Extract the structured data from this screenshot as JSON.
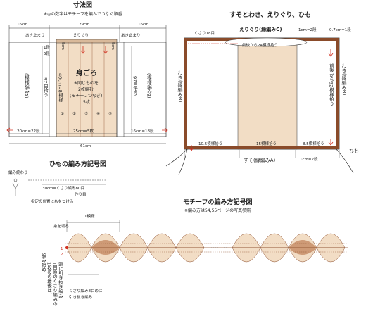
{
  "size_diagram": {
    "title": "寸法図",
    "note": "※◎の数字はモチーフを編んでつなぐ順番",
    "dim_left": "16cm",
    "dim_center": "29cm",
    "dim_right": "16cm",
    "opening_left": "あき止まり",
    "opening_right": "あき止まり",
    "neckline": "えりぐり",
    "rows_1": "1段",
    "rows_5": "5段",
    "five_cm_left": "5cm",
    "five_cm_right": "5cm",
    "left_band": "(模様編みA)",
    "right_band": "(模様編みB)",
    "left_height": "97目拾う",
    "right_height": "97目拾う",
    "center_height": "40cm=8模様",
    "body_title": "身ごろ",
    "body_note1": "※同じものを",
    "body_note2": "2枚編む",
    "body_note3": "(モチーフつなぎ)",
    "body_note4": "5枚",
    "motif_numbers": [
      "①",
      "②",
      "③",
      "④",
      "⑤"
    ],
    "bottom_left": "20cm=22段",
    "bottom_center": "25cm=5枚",
    "bottom_right": "16cm=18段",
    "total_width": "61cm"
  },
  "assembly": {
    "title": "すそとわき、えりぐり、ひも",
    "chain": "くさり18目",
    "neck_label": "えりぐり(縁編みC)",
    "neck_pick": "前後から24模様拾う",
    "one_cm_top": "1cm=2段",
    "right_top": "0.7cm=1段",
    "side_left": "わき(縁編みB)",
    "side_right": "わき(縁編みB)",
    "side_pick": "前後から32模様拾う",
    "bottom_a": "10.5模様拾う",
    "bottom_b": "15模様拾う",
    "bottom_c": "8.5模様拾う",
    "hem": "すそ(縁編みA)",
    "hem_rows": "1cm=2段",
    "string": "ひも"
  },
  "string_chart": {
    "title": "ひもの編み方記号図",
    "end": "編み終わり",
    "chain": "30cm=くさり編み80目",
    "make": "作り目",
    "attach": "指定の位置に糸をつける"
  },
  "motif_chart": {
    "title": "モチーフの編み方記号図",
    "note": "※編み方は54,55ページの写真参照",
    "one_pattern": "1模様",
    "cut": "糸を切る",
    "start": "編み始め",
    "instr1": "1段めの最後は、",
    "instr2": "1目めのくさり編みの",
    "instr3": "頭に引き抜き編み",
    "instr4": "くさり編み8目めに",
    "instr5": "引き抜き編み",
    "row_numbers": [
      "2",
      "1"
    ],
    "color_main": "#8a4b2a",
    "color_arrow": "#d03020",
    "color_fill": "#f2ddc5"
  }
}
